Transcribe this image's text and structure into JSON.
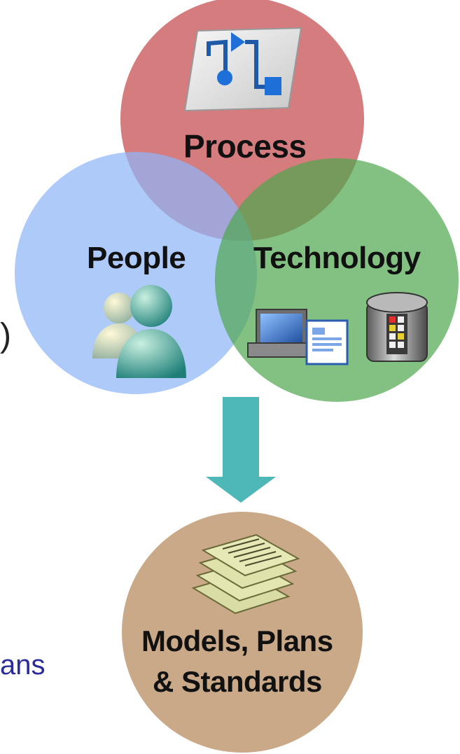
{
  "diagram": {
    "circles": [
      {
        "id": "process",
        "label": "Process",
        "color": "#c8575a",
        "icon": "flowchart-icon"
      },
      {
        "id": "people",
        "label": "People",
        "color": "#8fb6f6",
        "icon": "users-icon"
      },
      {
        "id": "technology",
        "label": "Technology",
        "color": "#5fad5f",
        "icon": "computer-database-icon"
      }
    ],
    "arrow": {
      "color": "#4eb8b8",
      "direction": "down"
    },
    "result": {
      "line1": "Models, Plans",
      "line2": "& Standards",
      "color": "#bf9a73",
      "icon": "documents-stack-icon"
    }
  },
  "left_fragments": {
    "paren": ")",
    "text": "ans"
  }
}
